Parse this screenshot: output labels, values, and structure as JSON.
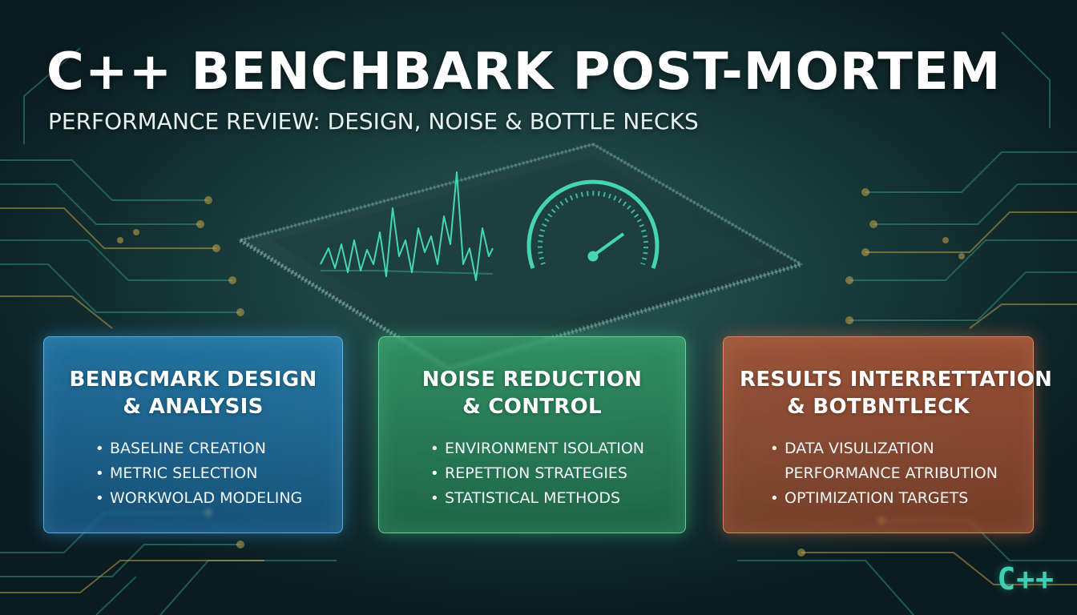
{
  "header": {
    "title": "C++ BENCHBARK POST-MORTEM",
    "subtitle": "PERFORMANCE REVIEW: DESIGN, NOISE & BOTTLE NECKS"
  },
  "cards": [
    {
      "title_line1": "BENBCMARK DESIGN",
      "title_line2": "& ANALYSIS",
      "accent": "#2f9fd6",
      "items": [
        {
          "bullet": "•",
          "text": "BASELINE CREATION"
        },
        {
          "bullet": "•",
          "text": "METRIC SELECTION"
        },
        {
          "bullet": "•",
          "text": "WORKWOLAD MODELING"
        }
      ]
    },
    {
      "title_line1": "NOISE REDUCTION",
      "title_line2": "& CONTROL",
      "accent": "#3fbf7f",
      "items": [
        {
          "bullet": "•",
          "text": "ENVIRONMENT ISOLATION"
        },
        {
          "bullet": "•",
          "text": "REPETTION STRATEGIES"
        },
        {
          "bullet": "•",
          "text": "STATISTICAL METHODS"
        }
      ]
    },
    {
      "title_line1": "RESULTS INTERRETTATION",
      "title_line2": "& BOTBNTLECK",
      "accent": "#c8633d",
      "items": [
        {
          "bullet": "•",
          "text": "DATA VISULIZATION"
        },
        {
          "bullet": "",
          "text": "PERFORMANCE ATRIBUTION"
        },
        {
          "bullet": "•",
          "text": "OPTIMIZATION TARGETS"
        }
      ]
    }
  ],
  "logo": {
    "text": "C++"
  },
  "decor": {
    "waveform_icon": "waveform-icon",
    "gauge_icon": "speedometer-gauge-icon",
    "chip_icon": "cpu-chip-icon",
    "circuit_color": "#3aa58a",
    "trace_accent": "#c9a84a"
  }
}
